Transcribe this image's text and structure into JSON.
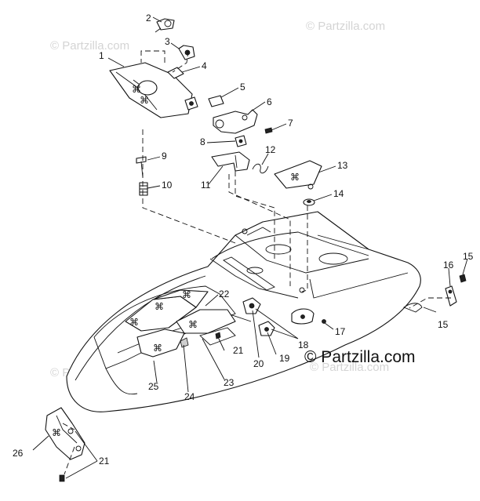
{
  "watermarks": [
    "© Partzilla.com",
    "© Partzilla.com",
    "© Partzilla.com",
    "© Partzilla.com"
  ],
  "brand": "© Partzilla.com",
  "callouts": [
    {
      "id": "c1",
      "text": "1"
    },
    {
      "id": "c2",
      "text": "2"
    },
    {
      "id": "c3",
      "text": "3"
    },
    {
      "id": "c4",
      "text": "4"
    },
    {
      "id": "c5",
      "text": "5"
    },
    {
      "id": "c6",
      "text": "6"
    },
    {
      "id": "c7",
      "text": "7"
    },
    {
      "id": "c8",
      "text": "8"
    },
    {
      "id": "c9",
      "text": "9"
    },
    {
      "id": "c10",
      "text": "10"
    },
    {
      "id": "c11",
      "text": "11"
    },
    {
      "id": "c12",
      "text": "12"
    },
    {
      "id": "c13",
      "text": "13"
    },
    {
      "id": "c14",
      "text": "14"
    },
    {
      "id": "c15a",
      "text": "15"
    },
    {
      "id": "c15b",
      "text": "15"
    },
    {
      "id": "c16",
      "text": "16"
    },
    {
      "id": "c17",
      "text": "17"
    },
    {
      "id": "c18",
      "text": "18"
    },
    {
      "id": "c19",
      "text": "19"
    },
    {
      "id": "c20",
      "text": "20"
    },
    {
      "id": "c21a",
      "text": "21"
    },
    {
      "id": "c21b",
      "text": "21"
    },
    {
      "id": "c22",
      "text": "22"
    },
    {
      "id": "c23",
      "text": "23"
    },
    {
      "id": "c24",
      "text": "24"
    },
    {
      "id": "c25",
      "text": "25"
    },
    {
      "id": "c26",
      "text": "26"
    }
  ]
}
